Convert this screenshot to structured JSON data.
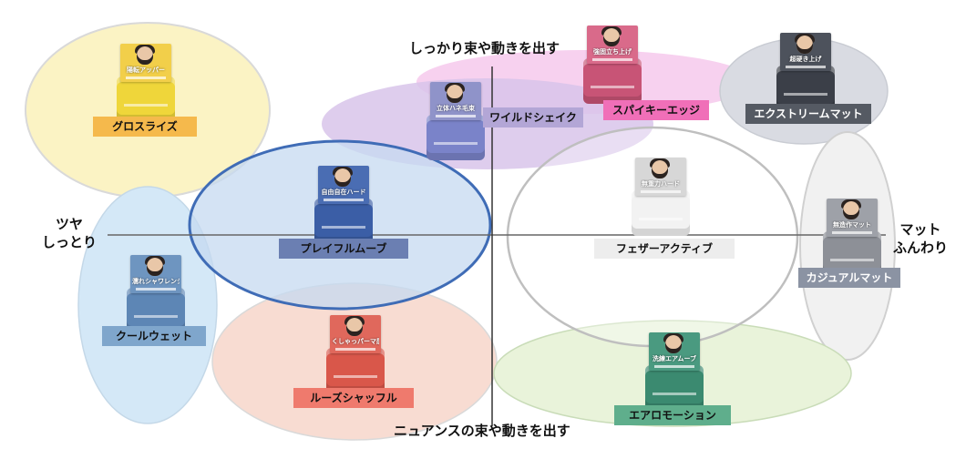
{
  "axes": {
    "top": "しっかり束や動きを出す",
    "bottom": "ニュアンスの束や動きを出す",
    "left_line1": "ツヤ",
    "left_line2": "しっとり",
    "right_line1": "マット",
    "right_line2": "ふんわり"
  },
  "products": [
    {
      "id": "gloss-rise",
      "name": "グロスライズ",
      "jar_copy": "陽転アッパー",
      "jar_color": "#efd63a",
      "card_color": "#f2cf4a",
      "label_bg": "#f5b94c",
      "label_color": "#111111"
    },
    {
      "id": "wild-shake",
      "name": "ワイルドシェイク",
      "jar_copy": "立体ハネ毛束",
      "jar_color": "#7a83c9",
      "card_color": "#8f93c9",
      "label_bg": "#b3a6d6",
      "label_color": "#111111"
    },
    {
      "id": "spiky-edge",
      "name": "スパイキーエッジ",
      "jar_copy": "強固立ち上げ",
      "jar_color": "#c85476",
      "card_color": "#d96a8a",
      "label_bg": "#f06fb8",
      "label_color": "#111111"
    },
    {
      "id": "extreme-matte",
      "name": "エクストリームマット",
      "jar_copy": "超硬き上げ",
      "jar_color": "#3b3f48",
      "card_color": "#4d525c",
      "label_bg": "#555a63",
      "label_color": "#ffffff"
    },
    {
      "id": "playful-move",
      "name": "プレイフルムーブ",
      "jar_copy": "自由自在ハード",
      "jar_color": "#3b5ea6",
      "card_color": "#4a6db3",
      "label_bg": "#6b7fb2",
      "label_color": "#111111"
    },
    {
      "id": "feather-active",
      "name": "フェザーアクティブ",
      "jar_copy": "無重力ハード",
      "jar_color": "#f2f2f2",
      "card_color": "#d7d7d7",
      "label_bg": "#ededed",
      "label_color": "#111111"
    },
    {
      "id": "casual-matte",
      "name": "カジュアルマット",
      "jar_copy": "無造作マット",
      "jar_color": "#8d9097",
      "card_color": "#9ea1a8",
      "label_bg": "#8b93a3",
      "label_color": "#ffffff"
    },
    {
      "id": "cool-wet",
      "name": "クールウェット",
      "jar_copy": "濡れシャワレンジ",
      "jar_color": "#5d86b5",
      "card_color": "#6e95c0",
      "label_bg": "#7fa6cc",
      "label_color": "#111111"
    },
    {
      "id": "loose-shuffle",
      "name": "ルーズシャッフル",
      "jar_copy": "くしゃっパーマ感",
      "jar_color": "#d9574a",
      "card_color": "#e0685c",
      "label_bg": "#ef7a6d",
      "label_color": "#111111"
    },
    {
      "id": "aero-motion",
      "name": "エアロモーション",
      "jar_copy": "洗練エアムーブ",
      "jar_color": "#3b8a70",
      "card_color": "#4a9a80",
      "label_bg": "#5fae8c",
      "label_color": "#111111"
    }
  ]
}
